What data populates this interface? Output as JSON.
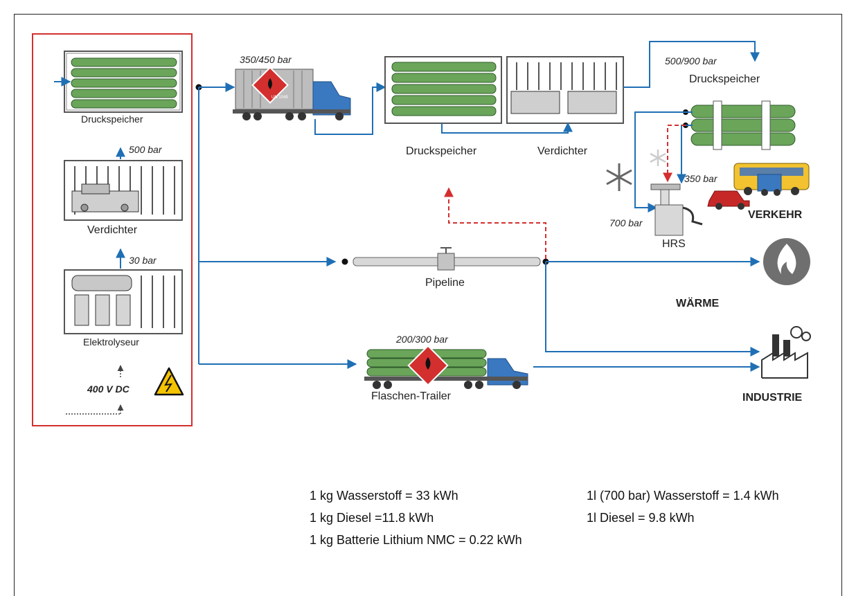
{
  "colors": {
    "flow": "#1f6fb4",
    "dashed": "#d32f2f",
    "tank": "#6aa55a",
    "truck": "#3a78c0",
    "hazard": "#d32f2f"
  },
  "labels": {
    "druckspeicher_left": "Druckspeicher",
    "p500": "500 bar",
    "verdichter_left": "Verdichter",
    "p30": "30 bar",
    "elektrolyseur": "Elektrolyseur",
    "v400": "400 V DC",
    "p350_450": "350/450 bar",
    "druckspeicher_center": "Druckspeicher",
    "verdichter_center": "Verdichter",
    "p500_900": "500/900 bar",
    "druckspeicher_right": "Druckspeicher",
    "p350": "350 bar",
    "p700": "700 bar",
    "hrs": "HRS",
    "verkehr": "VERKEHR",
    "pipeline": "Pipeline",
    "waerme": "WÄRME",
    "p200_300": "200/300 bar",
    "flaschen_trailer": "Flaschen-Trailer",
    "industrie": "INDUSTRIE",
    "un_code": "UN 1049"
  },
  "equations": {
    "left": [
      "1 kg Wasserstoff = 33 kWh",
      "1 kg Diesel =11.8 kWh",
      "1 kg Batterie Lithium NMC = 0.22 kWh"
    ],
    "right": [
      "1l (700 bar) Wasserstoff = 1.4 kWh",
      "1l Diesel = 9.8 kWh"
    ]
  },
  "icons": [
    "snowflake-icon",
    "flame-icon",
    "factory-icon",
    "high-voltage-icon",
    "hazard-diamond-icon",
    "truck-icon",
    "bus-icon",
    "car-icon",
    "fuel-pump-icon",
    "valve-icon"
  ]
}
